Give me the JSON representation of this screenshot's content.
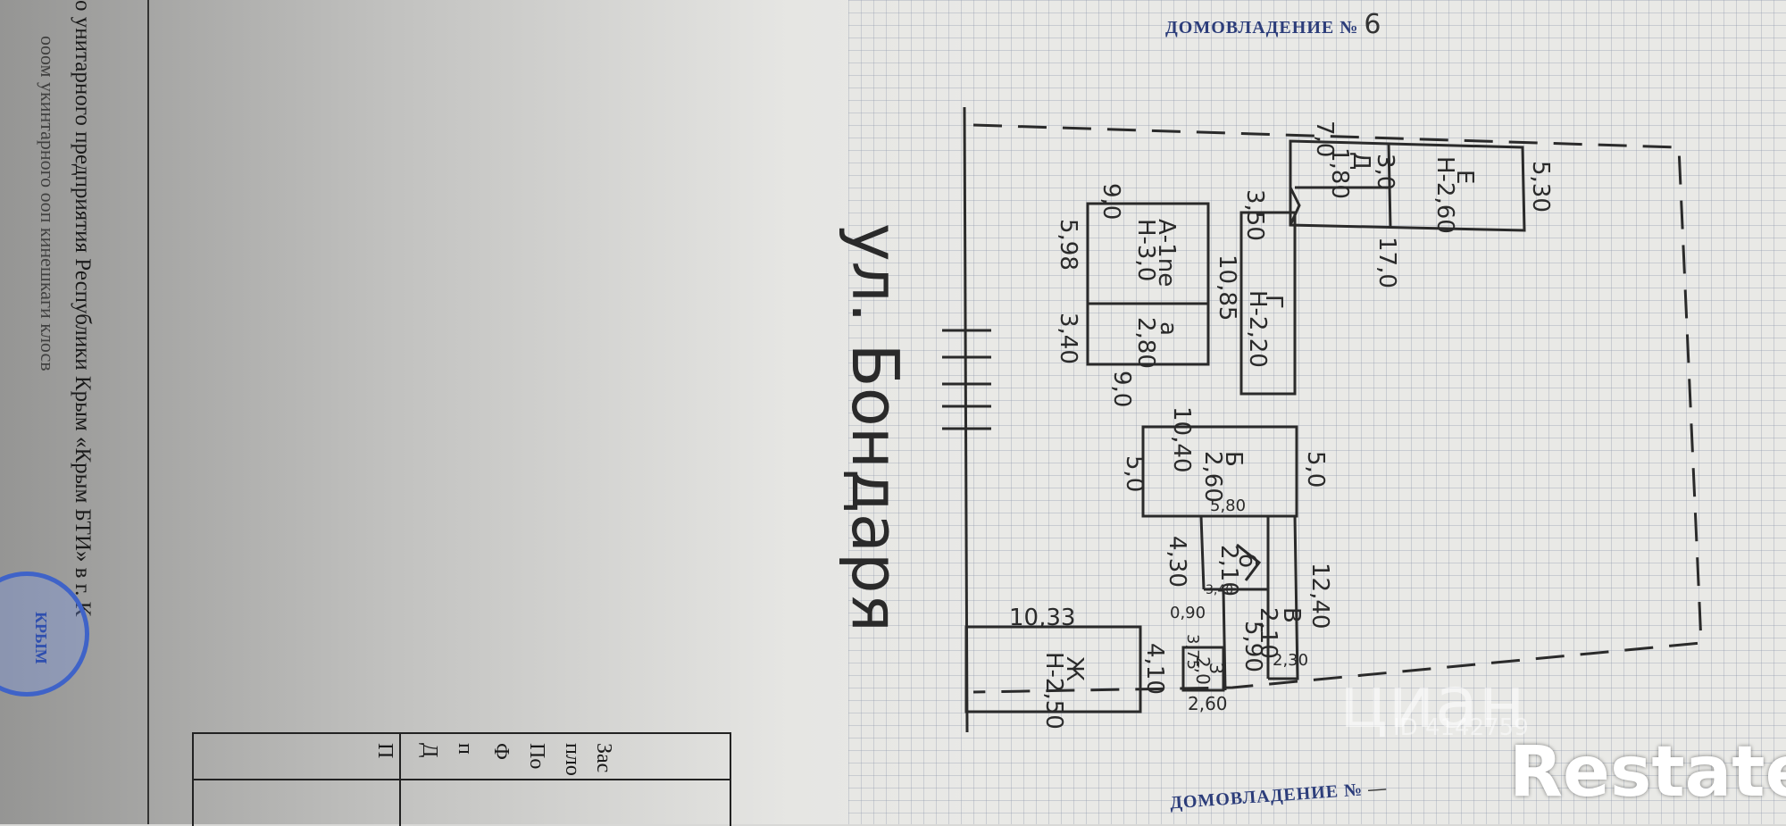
{
  "header": {
    "top_label": "ДОМОВЛАДЕНИЕ №",
    "top_number": "6",
    "bottom_label": "ДОМОВЛАДЕНИЕ №",
    "bottom_number": "—"
  },
  "side_text": {
    "line1": "о унитарного предприятия Республики Крым «Крым БТИ» в г. К",
    "line2": "ооом укинтарного ооп кинешкаги клосв"
  },
  "street": "ул. Бондаря",
  "stamp_text": "КРЫМ",
  "table_cells": [
    "Зас",
    "пло",
    "По",
    "Ф",
    "п",
    "Д",
    "П"
  ],
  "buildings": [
    {
      "id": "А",
      "label": "А-1nе",
      "height": "Н-3,0",
      "dims": [
        "9,0",
        "5,98"
      ]
    },
    {
      "id": "а",
      "label": "а",
      "height": "2,80",
      "dims": [
        "3,40",
        "9,0"
      ]
    },
    {
      "id": "Г",
      "label": "Г",
      "height": "Н-2,20",
      "dims": [
        "3,50",
        "10,85"
      ]
    },
    {
      "id": "Д",
      "label": "Д",
      "height": "1,80",
      "dims": [
        "7,0",
        "3,0"
      ]
    },
    {
      "id": "Е",
      "label": "Е",
      "height": "Н-2,60",
      "dims": [
        "5,30",
        "17,0"
      ]
    },
    {
      "id": "Б",
      "label": "Б",
      "height": "2,60",
      "dims": [
        "10,40",
        "5,0",
        "5,0"
      ]
    },
    {
      "id": "В",
      "label": "В",
      "height": "2,10",
      "dims": [
        "12,40",
        "2,30"
      ]
    },
    {
      "id": "б",
      "label": "б",
      "height": "2,10",
      "dims": [
        "5,80",
        "4,30"
      ]
    },
    {
      "id": "З",
      "label": "З",
      "height": "2,0",
      "dims": [
        "5,90",
        "3,75",
        "2,60"
      ]
    },
    {
      "id": "Ж",
      "label": "Ж",
      "height": "Н-2,50",
      "dims": [
        "10,33",
        "4,10"
      ]
    }
  ],
  "extra_dims": [
    "0,90",
    "3,40"
  ],
  "watermark": {
    "brand": "циан",
    "id": "ID 4142759",
    "logo": "Restate"
  }
}
